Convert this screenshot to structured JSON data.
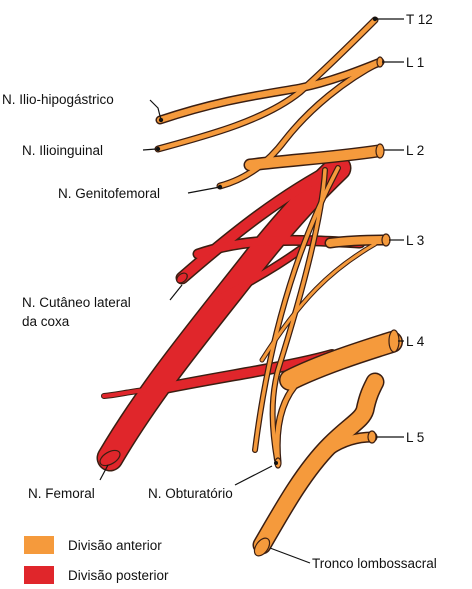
{
  "colors": {
    "anterior": "#f59a3c",
    "posterior": "#e0262b",
    "outline": "#3a1e12"
  },
  "roots": [
    "T 12",
    "L 1",
    "L 2",
    "L 3",
    "L 4",
    "L 5"
  ],
  "nerves": {
    "iliohypogastric": "N. Ilio-hipogástrico",
    "ilioinguinal": "N. Ilioinguinal",
    "genitofemoral": "N. Genitofemoral",
    "lateral_cutaneous_line1": "N. Cutâneo lateral",
    "lateral_cutaneous_line2": "da coxa",
    "femoral": "N. Femoral",
    "obturator": "N. Obturatório",
    "lumbosacral_trunk": "Tronco lombossacral"
  },
  "legend": {
    "anterior_label": "Divisão anterior",
    "posterior_label": "Divisão posterior"
  }
}
